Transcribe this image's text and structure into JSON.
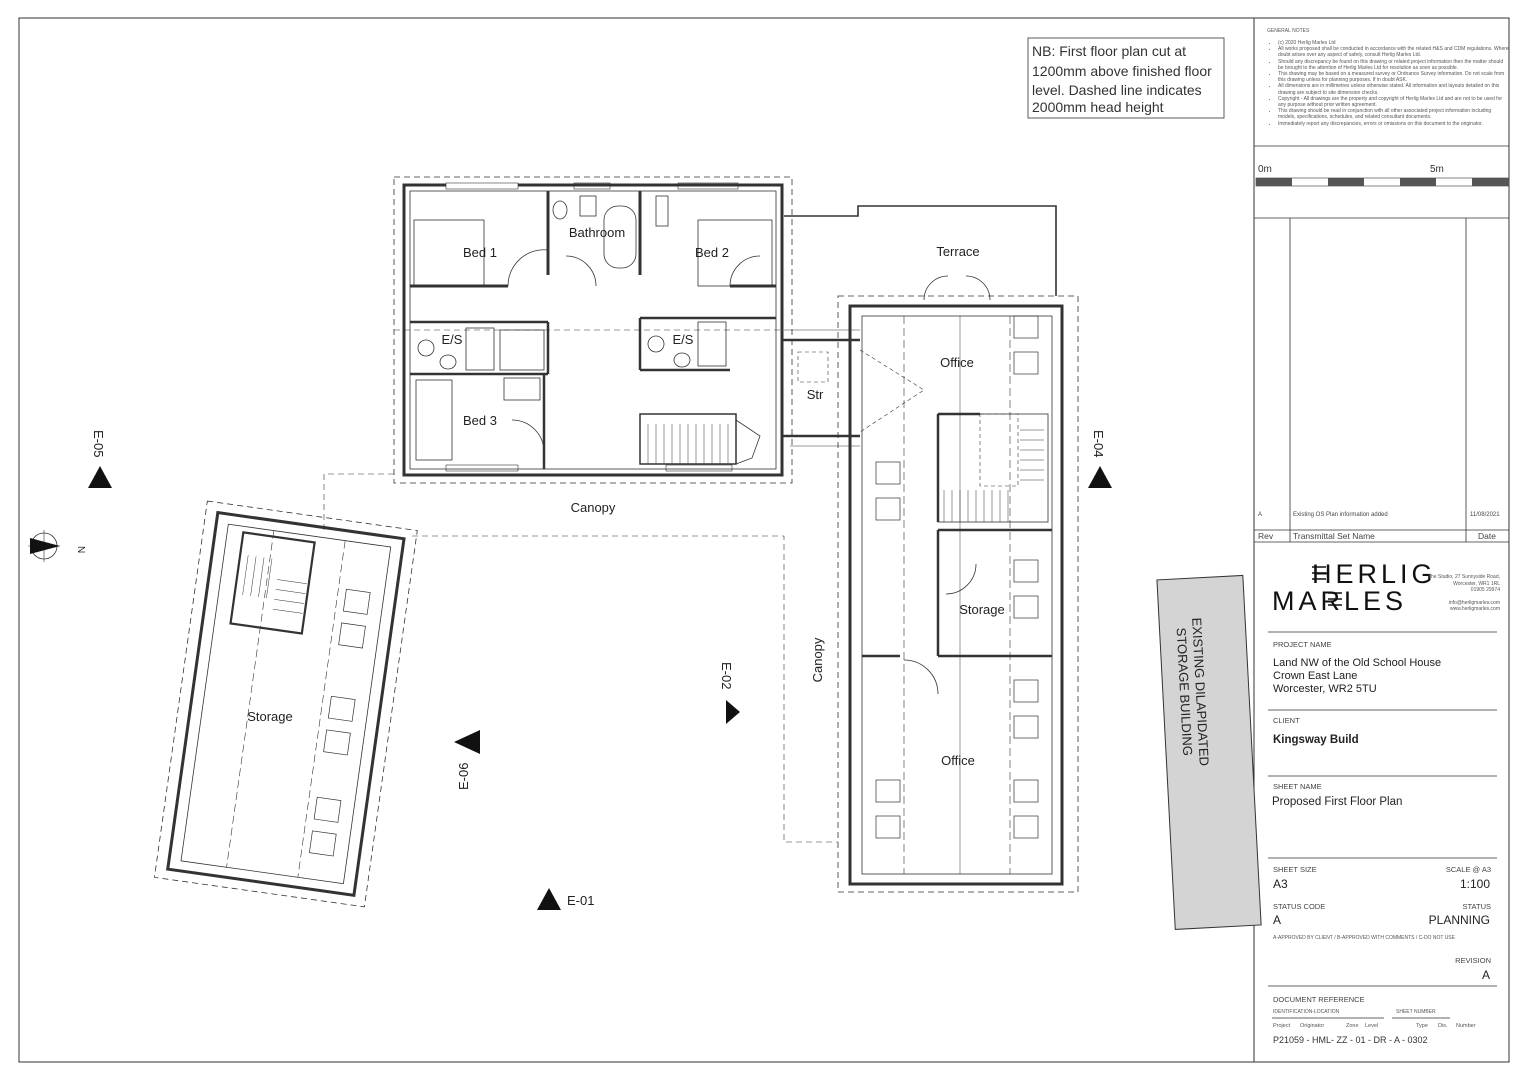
{
  "general_notes": {
    "title": "GENERAL NOTES",
    "items": [
      "(c) 2020 Herlig Marles Ltd",
      "All works proposed shall be conducted in accordance with the related H&S and CDM regulations. Where doubt arises over any aspect of safety, consult Herlig Marles Ltd.",
      "Should any discrepancy be found on this drawing or related project information then the matter should be brought to the attention of Herlig Marles Ltd for resolution as soon as possible.",
      "This drawing may be based on a measured survey or Ordnance Survey information. Do not scale from this drawing unless for planning purposes. If in doubt ASK.",
      "All dimensions are in millimetres unless otherwise stated. All information and layouts detailed on this drawing are subject to site dimension checks.",
      "Copyright - All drawings are the property and copyright of Herlig Marles Ltd and are not to be used for any purpose without prior written agreement.",
      "This drawing should be read in conjunction with all other associated project information including models, specifications, schedules, and related consultant documents.",
      "Immediately report any discrepancies, errors or omissions on this document to the originator."
    ]
  },
  "scale_bar": {
    "start": "0m",
    "end": "5m"
  },
  "revisions": {
    "rows": [
      {
        "rev": "A",
        "description": "Existing OS Plan information added",
        "date": "11/08/2021"
      }
    ],
    "headers": {
      "rev": "Rev",
      "name": "Transmittal Set Name",
      "date": "Date"
    }
  },
  "logo": {
    "line1": "HERLIG",
    "line2": "MARLES"
  },
  "office": {
    "address1": "The Studio, 27 Sunnyside Road,",
    "address2": "Worcester, WR1 1RL",
    "phone": "01905 29974",
    "email": "info@herligmarles.com",
    "web": "www.herligmarles.com"
  },
  "project": {
    "label": "PROJECT NAME",
    "line1": "Land NW of the Old School House",
    "line2": "Crown East Lane",
    "line3": "Worcester, WR2 5TU"
  },
  "client": {
    "label": "CLIENT",
    "value": "Kingsway Build"
  },
  "sheet_name": {
    "label": "SHEET NAME",
    "value": "Proposed First Floor Plan"
  },
  "sheet_size": {
    "label": "SHEET SIZE",
    "value": "A3"
  },
  "scale": {
    "label": "SCALE @ A3",
    "value": "1:100"
  },
  "status_code": {
    "label": "STATUS CODE",
    "value": "A"
  },
  "status": {
    "label": "STATUS",
    "value": "PLANNING"
  },
  "status_legend": "A-APPROVED BY CLIENT / B-APPROVED WITH COMMENTS / C-DO NOT USE",
  "revision": {
    "label": "REVISION",
    "value": "A"
  },
  "doc_ref": {
    "label": "DOCUMENT REFERENCE",
    "id_label": "IDENTIFICATION-LOCATION",
    "sheet_label": "SHEET NUMBER",
    "columns": [
      "Project",
      "Originator",
      "Zone",
      "Level",
      "Type",
      "Dis.",
      "Number"
    ],
    "value": "P21059 - HML- ZZ - 01 - DR - A - 0302"
  },
  "note_box": {
    "line1": "NB: First floor plan cut at",
    "line2": "1200mm above finished floor",
    "line3": "level. Dashed line indicates",
    "line4": "2000mm head height"
  },
  "rooms": {
    "bed1": "Bed 1",
    "bathroom": "Bathroom",
    "bed2": "Bed 2",
    "es1": "E/S",
    "es2": "E/S",
    "bed3": "Bed 3",
    "terrace": "Terrace",
    "office1": "Office",
    "str": "Str",
    "canopy1": "Canopy",
    "canopy2": "Canopy",
    "storage1": "Storage",
    "storage2": "Storage",
    "office2": "Office"
  },
  "existing_building": {
    "line1": "EXISTING DILAPIDATED",
    "line2": "STORAGE BUILDING"
  },
  "elevations": {
    "e01": "E-01",
    "e02": "E-02",
    "e04": "E-04",
    "e05": "E-05",
    "e06": "E-06"
  },
  "north": "N"
}
